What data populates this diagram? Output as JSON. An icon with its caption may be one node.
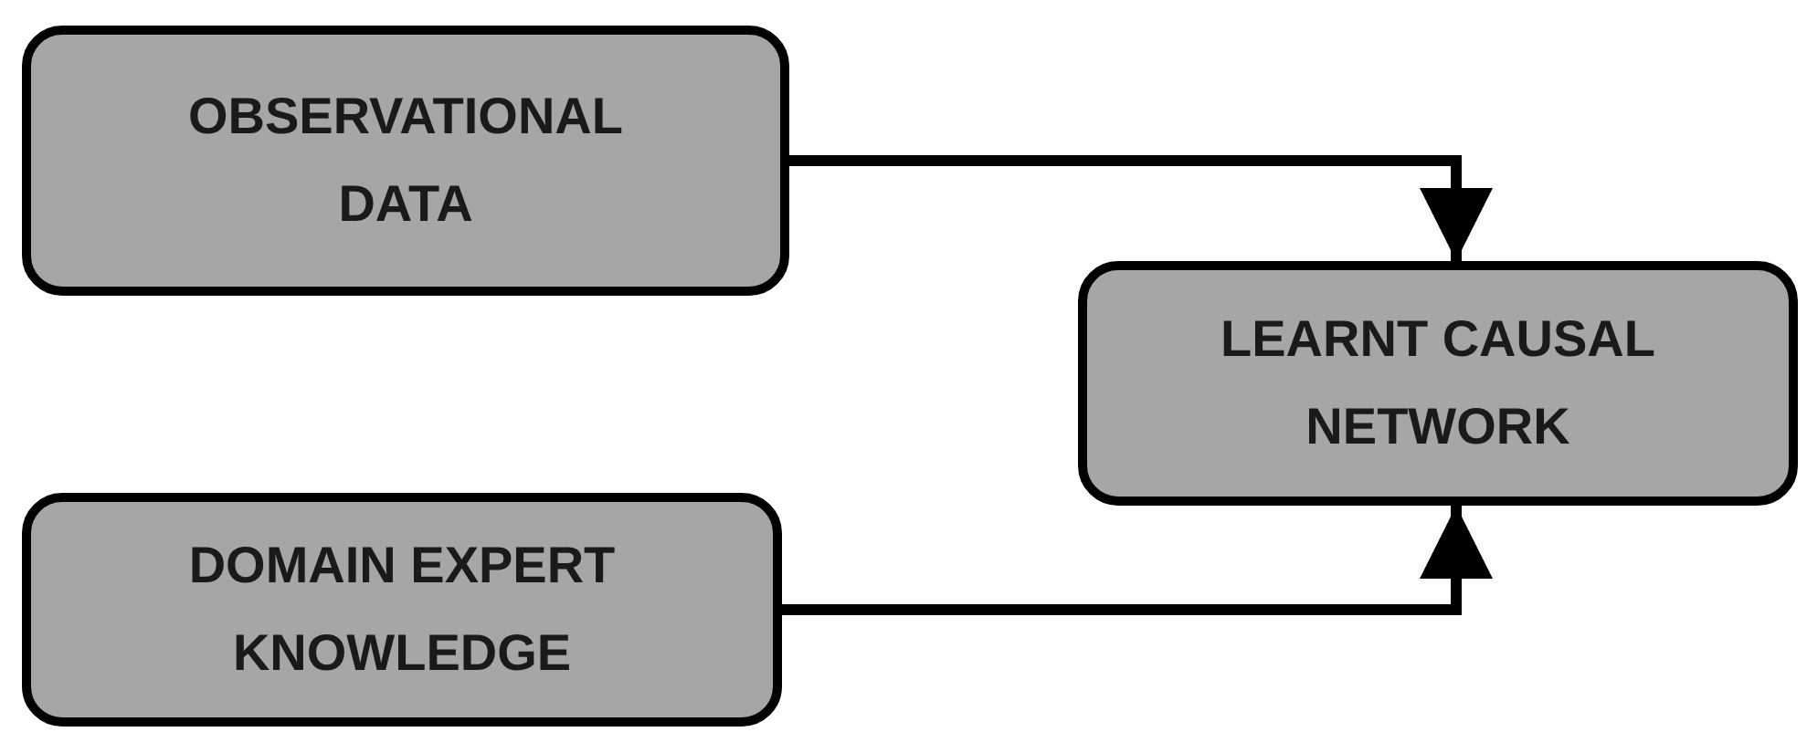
{
  "diagram": {
    "nodes": [
      {
        "text": [
          "OBSERVATIONAL DATA"
        ]
      },
      {
        "text": [
          "LEARNT CAUSAL NETWORK"
        ]
      },
      {
        "text": [
          "DOMAIN EXPERT KNOWLEDGE"
        ]
      }
    ],
    "edges": [
      {
        "from": 0,
        "to": 1,
        "arrow": "to"
      },
      {
        "from": 2,
        "to": 1,
        "arrow": "to"
      }
    ]
  }
}
